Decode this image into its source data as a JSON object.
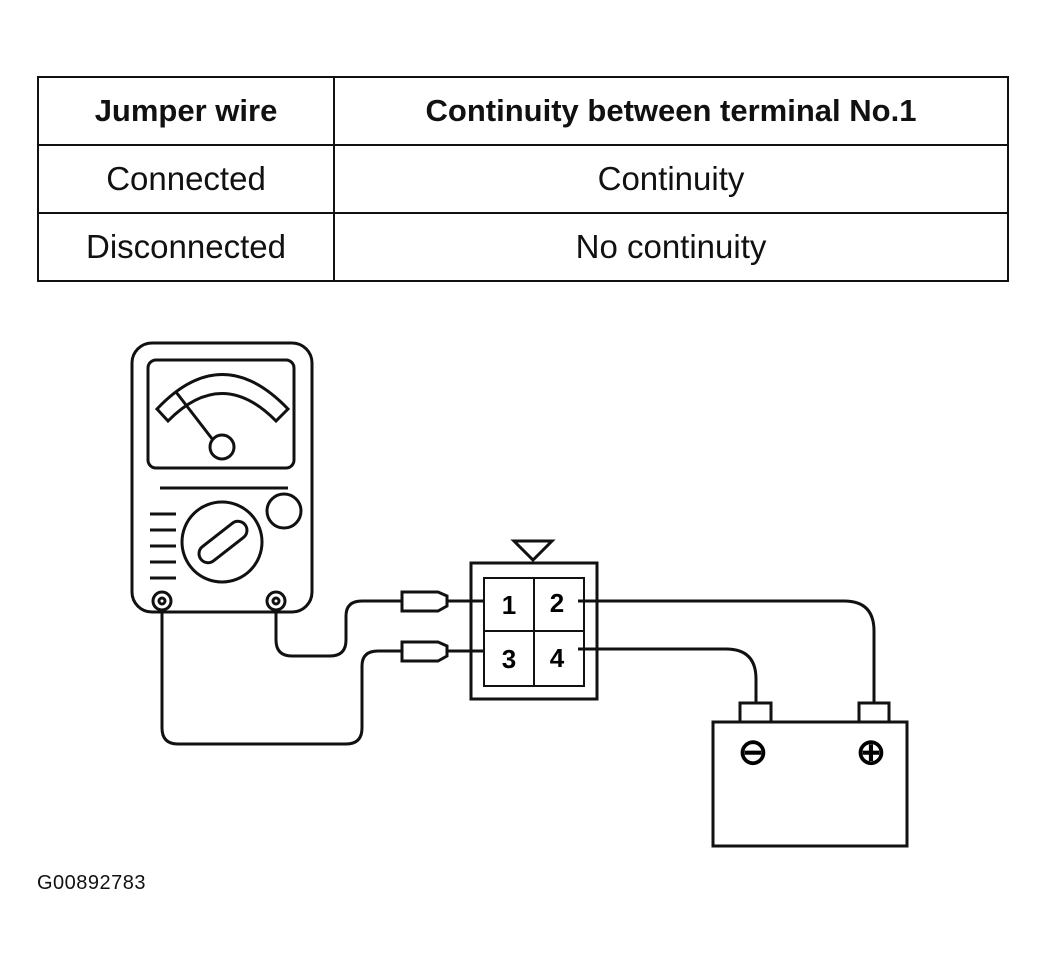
{
  "table": {
    "headers": [
      "Jumper wire",
      "Continuity between terminal No.1"
    ],
    "rows": [
      [
        "Connected",
        "Continuity"
      ],
      [
        "Disconnected",
        "No continuity"
      ]
    ]
  },
  "connector": {
    "terminals": [
      "1",
      "2",
      "3",
      "4"
    ]
  },
  "battery": {
    "negative_symbol": "⊖",
    "positive_symbol": "⊕"
  },
  "figure_id": "G00892783"
}
